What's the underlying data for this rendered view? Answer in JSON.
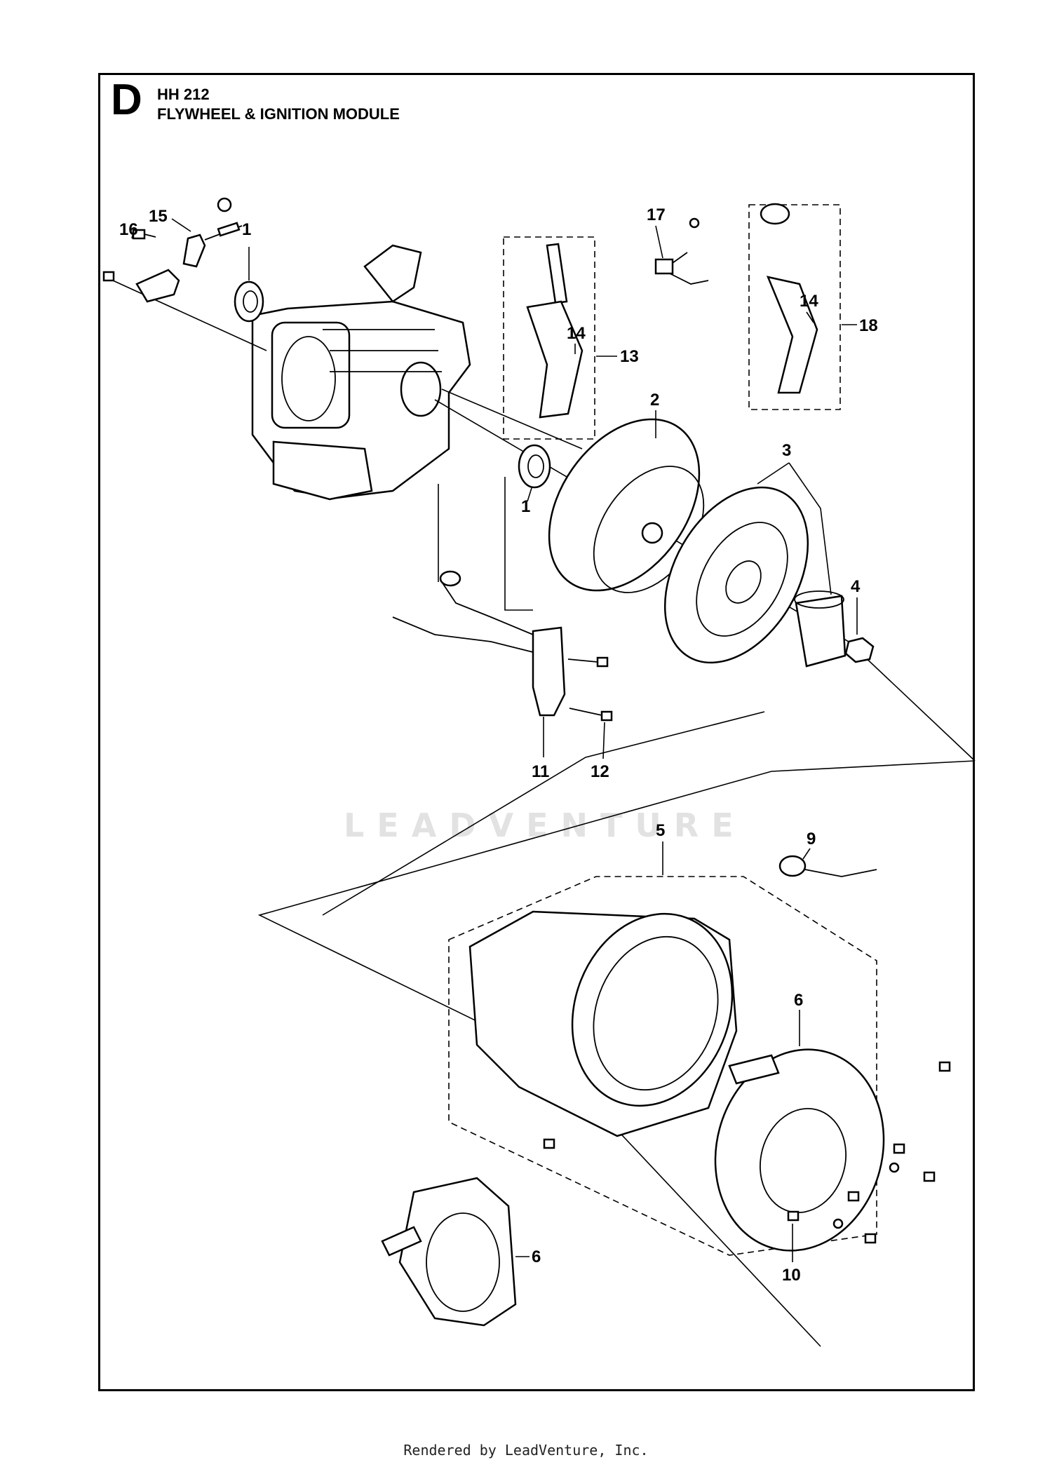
{
  "header": {
    "section": "D",
    "model": "HH 212",
    "title": "FLYWHEEL & IGNITION MODULE"
  },
  "watermark": "LEADVENTURE",
  "footer": "Rendered by LeadVenture, Inc.",
  "callouts": {
    "c1a": "1",
    "c1b": "1",
    "c2": "2",
    "c3": "3",
    "c4": "4",
    "c5": "5",
    "c6a": "6",
    "c6b": "6",
    "c9": "9",
    "c10": "10",
    "c11": "11",
    "c12": "12",
    "c13": "13",
    "c14a": "14",
    "c14b": "14",
    "c15": "15",
    "c16": "16",
    "c17": "17",
    "c18": "18"
  }
}
